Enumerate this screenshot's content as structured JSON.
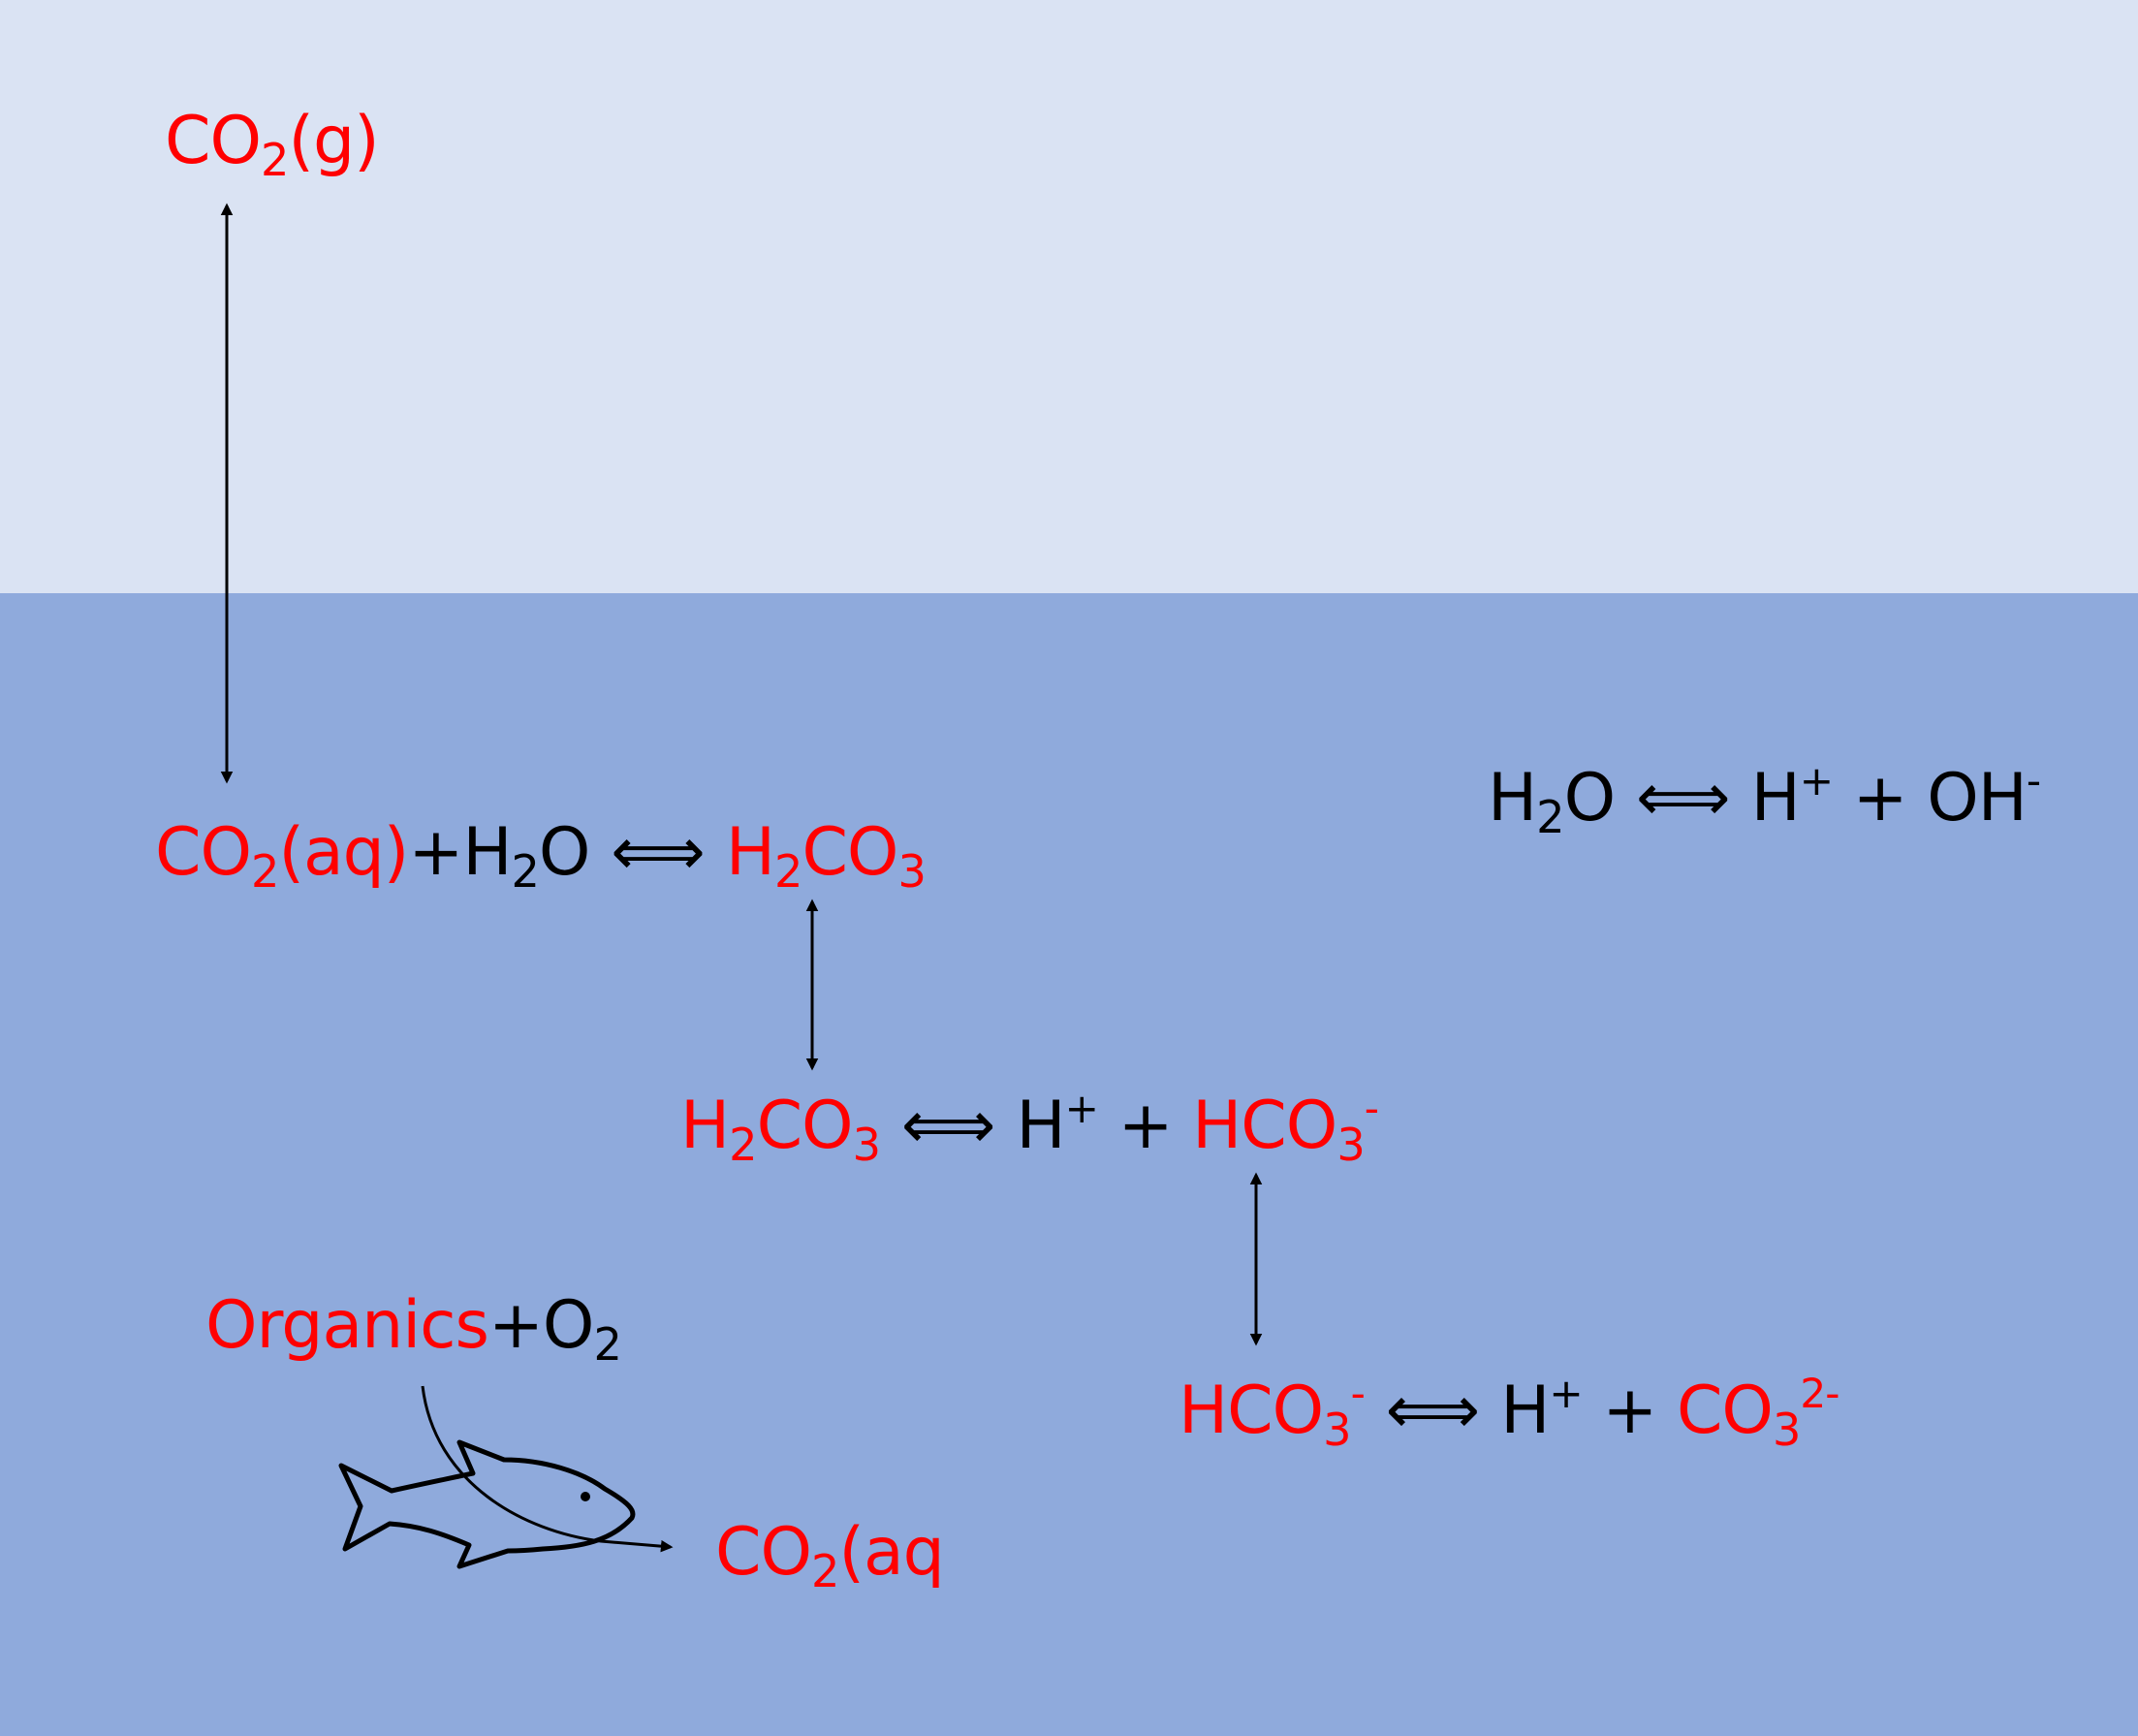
{
  "colors": {
    "air": "#DAE3F3",
    "water": "#8FAADC",
    "species": "#FF0000",
    "other": "#000000"
  },
  "labels": {
    "co2_gas": {
      "a": "CO",
      "b": "2",
      "c": "(g)"
    },
    "eq1": {
      "a": "CO",
      "b": "2",
      "c": "(aq)",
      "d": "+H",
      "e": "2",
      "f": "O",
      "arrow": "⟺",
      "g": "H",
      "h": "2",
      "i": "CO",
      "j": "3"
    },
    "eq_water": {
      "a": "H",
      "b": "2",
      "c": "O",
      "arrow": "⟺",
      "d": "H",
      "e": "+",
      "f": " + OH",
      "g": "-"
    },
    "eq2": {
      "a": "H",
      "b": "2",
      "c": "CO",
      "d": "3",
      "arrow": "⟺",
      "e": "H",
      "f": "+",
      "g": " + ",
      "h": "HCO",
      "i": "3",
      "j": "-"
    },
    "eq3": {
      "a": "HCO",
      "b": "3",
      "c": "-",
      "arrow": "⟺",
      "d": "H",
      "e": "+",
      "f": " + ",
      "g": "CO",
      "h": "3",
      "i": "2-"
    },
    "respiration_in": {
      "a": "Organics",
      "b": "+O",
      "c": "2"
    },
    "respiration_out": {
      "a": "CO",
      "b": "2",
      "c": "(aq"
    }
  },
  "icons": {
    "fish": "fish-icon"
  }
}
